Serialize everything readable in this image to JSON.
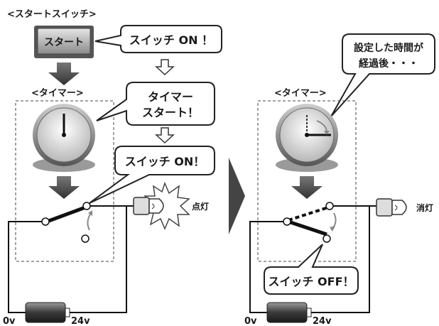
{
  "start_switch_label": "<スタートスイッチ>",
  "start_button": "スタート",
  "bubble_switch_on": "スイッチ ON ！",
  "timer_label_left": "<タイマー>",
  "timer_label_right": "<タイマー>",
  "bubble_timer_start": [
    "タイマー",
    "スタート！"
  ],
  "bubble_switch_on_2": "スイッチ ON！",
  "lamp_on_label": "点灯",
  "bubble_elapsed": [
    "設定した時間が",
    "経過後・・・"
  ],
  "lamp_off_label": "消灯",
  "bubble_switch_off": "スイッチ OFF！",
  "battery_left": {
    "neg": "0v",
    "pos": "24v"
  },
  "battery_right": {
    "neg": "0v",
    "pos": "24v"
  }
}
